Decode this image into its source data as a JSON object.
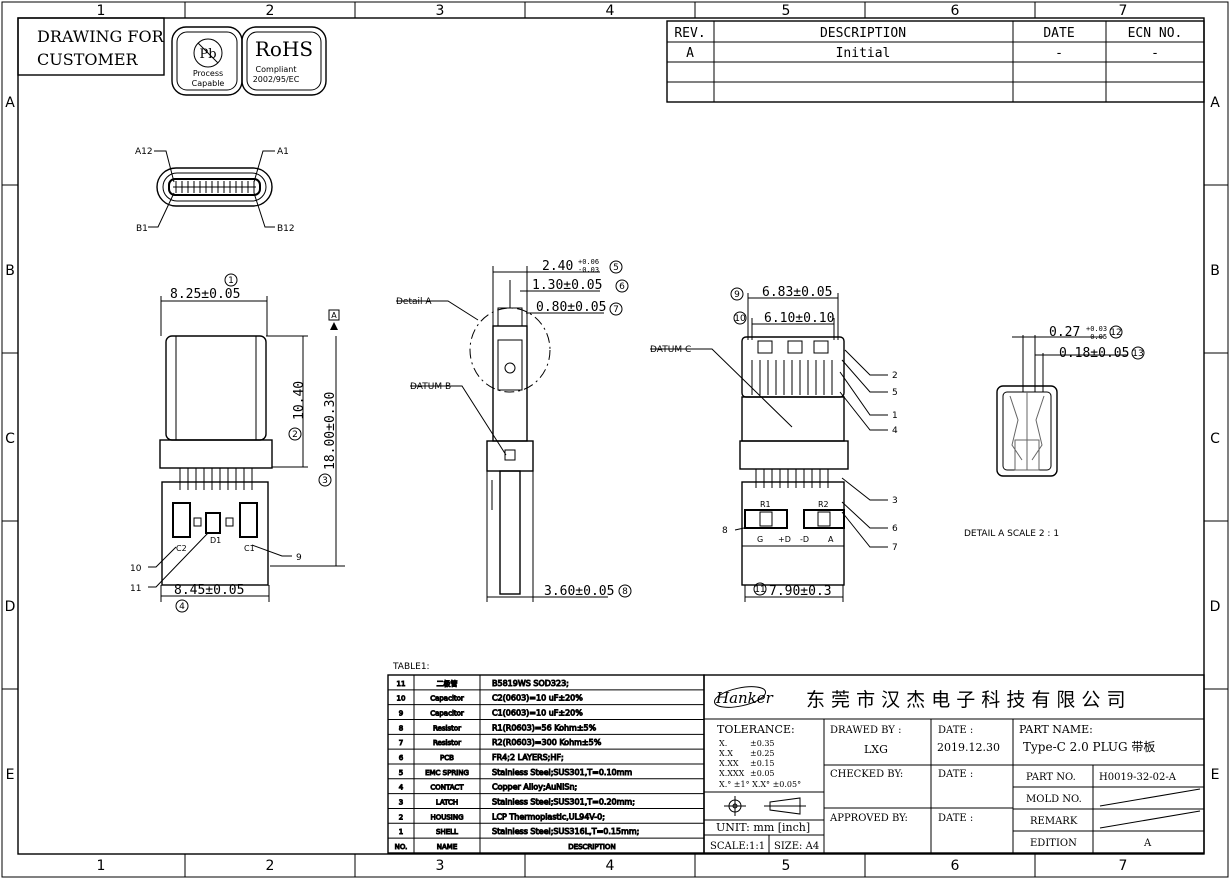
{
  "title_box": {
    "line1": "DRAWING FOR",
    "line2": "CUSTOMER"
  },
  "pb_logo": {
    "symbol": "Pb",
    "line1": "Process",
    "line2": "Capable"
  },
  "rohs_logo": {
    "title": "RoHS",
    "line1": "Compliant",
    "line2": "2002/95/EC"
  },
  "grid": {
    "cols": [
      "1",
      "2",
      "3",
      "4",
      "5",
      "6",
      "7"
    ],
    "rows": [
      "A",
      "B",
      "C",
      "D",
      "E"
    ]
  },
  "revision_table": {
    "headers": [
      "REV.",
      "DESCRIPTION",
      "DATE",
      "ECN NO."
    ],
    "rows": [
      [
        "A",
        "Initial",
        "-",
        "-"
      ],
      [
        "",
        "",
        "",
        ""
      ],
      [
        "",
        "",
        "",
        ""
      ]
    ]
  },
  "pin_labels": {
    "a12": "A12",
    "a1": "A1",
    "b1": "B1",
    "b12": "B12"
  },
  "dims": {
    "d1": "8.25±0.05",
    "d2": "10.40",
    "d3": "18.00±0.30",
    "d4": "8.45±0.05",
    "d5": "2.40",
    "d5_tol_up": "+0.06",
    "d5_tol_dn": "-0.03",
    "d6": "1.30±0.05",
    "d7": "0.80±0.05",
    "d8": "3.60±0.05",
    "d9": "6.83±0.05",
    "d10": "6.10±0.10",
    "d11": "7.90±0.3",
    "d12": "0.27",
    "d12_tol_up": "+0.03",
    "d12_tol_dn": "-0.05",
    "d13": "0.18±0.05"
  },
  "circled": [
    "1",
    "2",
    "3",
    "4",
    "5",
    "6",
    "7",
    "8",
    "9",
    "10",
    "11",
    "12",
    "13"
  ],
  "labels": {
    "detail_a": "Detail A",
    "datum_b": "DATUM B",
    "datum_c": "DATUM C",
    "datum_a_box": "A",
    "detail_caption": "DETAIL A   SCALE 2 : 1",
    "pcb_r1": "R1",
    "pcb_r2": "R2",
    "pcb_c1": "C1",
    "pcb_c2": "C2",
    "pcb_d1": "D1",
    "pcb_g": "G",
    "pcb_vd": "+D",
    "pcb_md": "-D",
    "pcb_a": "A"
  },
  "callouts_left": [
    "10",
    "11",
    "9"
  ],
  "callouts_right": [
    "2",
    "5",
    "1",
    "4",
    "3",
    "6",
    "7",
    "8"
  ],
  "bom": {
    "title": "TABLE1:",
    "header": [
      "NO.",
      "NAME",
      "DESCRIPTION"
    ],
    "rows": [
      [
        "11",
        "二极管",
        "B5819WS  SOD323;"
      ],
      [
        "10",
        "Capacitor",
        "C2(0603)=10 uF±20%"
      ],
      [
        "9",
        "Capacitor",
        "C1(0603)=10 uF±20%"
      ],
      [
        "8",
        "Resistor",
        "R1(R0603)=56 Kohm±5%"
      ],
      [
        "7",
        "Resistor",
        "R2(R0603)=300 Kohm±5%"
      ],
      [
        "6",
        "PCB",
        "FR4;2 LAYERS;HF;"
      ],
      [
        "5",
        "EMC SPRING",
        "Stainless Steel;SUS301,T=0.10mm"
      ],
      [
        "4",
        "CONTACT",
        "Copper Alloy;AuNiSn;"
      ],
      [
        "3",
        "LATCH",
        "Stainless Steel;SUS301,T=0.20mm;"
      ],
      [
        "2",
        "HOUSING",
        "LCP Thermoplastic,UL94V-0;"
      ],
      [
        "1",
        "SHELL",
        "Stainless Steel;SUS316L,T=0.15mm;"
      ]
    ]
  },
  "title_block": {
    "logo": "Hanker",
    "company": "东 莞 市 汉 杰 电 子 科 技 有 限 公 司",
    "tolerance_title": "TOLERANCE:",
    "tolerances": [
      [
        "X.",
        "±0.35"
      ],
      [
        "X.X",
        "±0.25"
      ],
      [
        "X.XX",
        "±0.15"
      ],
      [
        "X.XXX",
        "±0.05"
      ]
    ],
    "angle_tol": "X.° ±1°     X.X° ±0.05°",
    "unit": "UNIT: mm [inch]",
    "scale": "SCALE:1:1",
    "size": "SIZE: A4",
    "drawn_by_label": "DRAWED BY :",
    "drawn_by": "LXG",
    "date_label": "DATE :",
    "date": "2019.12.30",
    "checked_label": "CHECKED BY:",
    "approved_label": "APPROVED BY:",
    "part_name_label": "PART NAME:",
    "part_name": "Type-C 2.0 PLUG 带板",
    "part_no_label": "PART NO.",
    "part_no": "H0019-32-02-A",
    "mold_no_label": "MOLD NO.",
    "remark_label": "REMARK",
    "edition_label": "EDITION",
    "edition": "A"
  }
}
